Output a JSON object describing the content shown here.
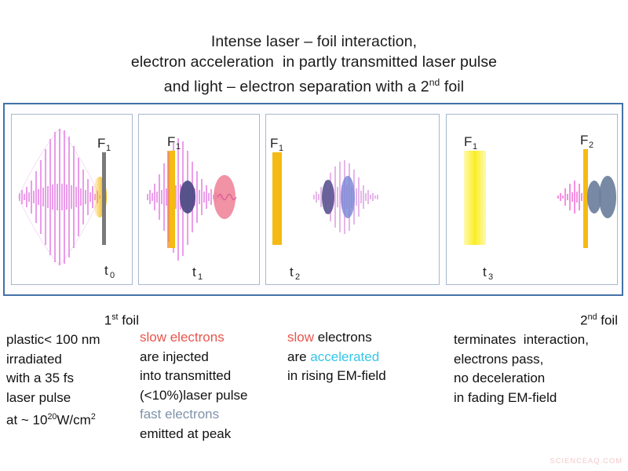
{
  "title": {
    "line1": "Intense laser – foil interaction,",
    "line2": "electron acceleration  in partly transmitted laser pulse",
    "line3_a": "and light – electron separation with a 2",
    "line3_sup": "nd",
    "line3_b": " foil"
  },
  "panels": [
    {
      "id": "panel-0",
      "time_label": "t",
      "time_sub": "0",
      "foils": [
        {
          "label": "F",
          "sub": "1",
          "kind": "gray-foil-with-glow",
          "color": "#7a7a7a",
          "glow_color": "#f5b60a"
        }
      ],
      "wave": {
        "color": "#e26fe2",
        "description": "large incoming laser pulse envelope"
      },
      "electrons": []
    },
    {
      "id": "panel-1",
      "time_label": "t",
      "time_sub": "1",
      "foils": [
        {
          "label": "F",
          "sub": "1",
          "kind": "yellow-foil",
          "color": "#f5b60a"
        }
      ],
      "wave": {
        "color": "#e26fe2",
        "description": "pulse partly transmitted through foil"
      },
      "electrons": [
        {
          "name": "slow-electrons",
          "color": "#4a4a82"
        },
        {
          "name": "fast-electrons",
          "color": "#ef7f95"
        }
      ]
    },
    {
      "id": "panel-2",
      "time_label": "t",
      "time_sub": "2",
      "foils": [
        {
          "label": "F",
          "sub": "1",
          "kind": "yellow-foil",
          "color": "#f5bb14"
        }
      ],
      "wave": {
        "color": "#d98fe0",
        "description": "transmitted pulse travelling right"
      },
      "electrons": [
        {
          "name": "slow-electrons",
          "color": "#5b5590"
        },
        {
          "name": "accelerated-electrons",
          "color": "#7b88d6"
        }
      ]
    },
    {
      "id": "panel-3",
      "time_label": "t",
      "time_sub": "3",
      "foils": [
        {
          "label": "F",
          "sub": "1",
          "kind": "glowing-yellow-foil",
          "color": "#fbee22"
        },
        {
          "label": "F",
          "sub": "2",
          "kind": "yellow-foil",
          "color": "#f5bb14"
        }
      ],
      "wave": {
        "color": "#ee4fd0",
        "description": "remaining light stopped at second foil"
      },
      "electrons": [
        {
          "name": "electron-bunch-1",
          "color": "#6b7f9c"
        },
        {
          "name": "electron-bunch-2",
          "color": "#6b7f9c"
        }
      ]
    }
  ],
  "captions": [
    {
      "heading_a": "1",
      "heading_sup": "st",
      "heading_b": " foil",
      "lines": [
        [
          {
            "t": "plastic< 100 nm",
            "c": "black"
          }
        ],
        [
          {
            "t": "irradiated",
            "c": "black"
          }
        ],
        [
          {
            "t": "with a 35 fs",
            "c": "black"
          }
        ],
        [
          {
            "t": "laser pulse",
            "c": "black"
          }
        ],
        [
          {
            "t": "at ~ 10",
            "c": "black"
          },
          {
            "t": "20",
            "c": "black",
            "sup": true
          },
          {
            "t": "W/cm",
            "c": "black"
          },
          {
            "t": "2",
            "c": "black",
            "sup": true
          }
        ]
      ]
    },
    {
      "heading_a": "",
      "heading_sup": "",
      "heading_b": "",
      "lines": [
        [
          {
            "t": "slow electrons",
            "c": "slow"
          }
        ],
        [
          {
            "t": "are injected",
            "c": "black"
          }
        ],
        [
          {
            "t": "into transmitted",
            "c": "black"
          }
        ],
        [
          {
            "t": "(<10%)laser pulse",
            "c": "black"
          }
        ],
        [
          {
            "t": "fast electrons",
            "c": "fast"
          }
        ],
        [
          {
            "t": "emitted at peak",
            "c": "black"
          }
        ]
      ]
    },
    {
      "heading_a": "",
      "heading_sup": "",
      "heading_b": "",
      "lines": [
        [
          {
            "t": "slow",
            "c": "slow"
          },
          {
            "t": " electrons",
            "c": "black"
          }
        ],
        [
          {
            "t": "are ",
            "c": "black"
          },
          {
            "t": "accelerated",
            "c": "accel"
          }
        ],
        [
          {
            "t": "in rising EM-field",
            "c": "black"
          }
        ]
      ]
    },
    {
      "heading_a": "2",
      "heading_sup": "nd",
      "heading_b": " foil",
      "lines": [
        [
          {
            "t": "terminates  interaction,",
            "c": "black"
          }
        ],
        [
          {
            "t": "electrons pass,",
            "c": "black"
          }
        ],
        [
          {
            "t": "no deceleration",
            "c": "black"
          }
        ],
        [
          {
            "t": "in fading EM-field",
            "c": "black"
          }
        ]
      ]
    }
  ],
  "watermark": "SCIENCEAQ.COM",
  "colors": {
    "frame_border": "#4472a8",
    "panel_border": "#a9b8cc",
    "laser_magenta": "#e26fe2",
    "foil_gray": "#7a7a7a",
    "foil_yellow": "#f5bb14",
    "foil_glow_yellow": "#fbee22",
    "slow_electron_red": "#e8554d",
    "fast_electron_gray": "#7f93a8",
    "accelerated_cyan": "#35c6e8"
  }
}
